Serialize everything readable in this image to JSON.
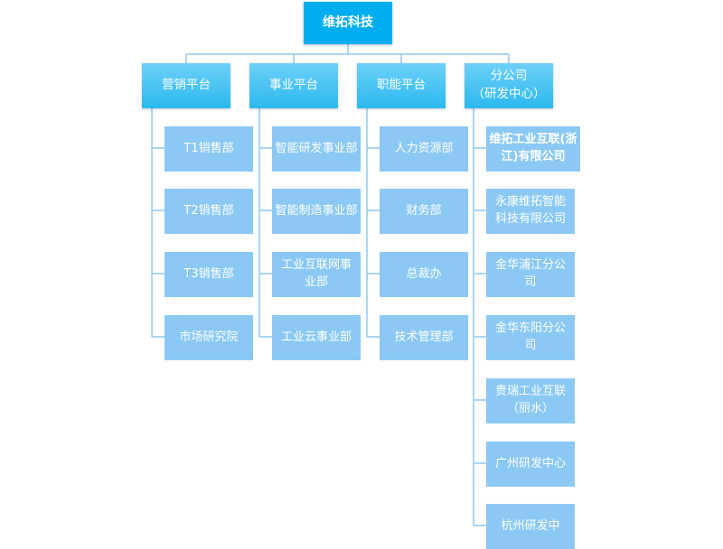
{
  "org_chart": {
    "root": "维拓科技",
    "divisions": [
      {
        "label": "营销平台",
        "children": [
          "T1销售部",
          "T2销售部",
          "T3销售部",
          "市场研究院"
        ]
      },
      {
        "label": "事业平台",
        "children": [
          "智能研发事业部",
          "智能制造事业部",
          "工业互联网事业部",
          "工业云事业部"
        ]
      },
      {
        "label": "职能平台",
        "children": [
          "人力资源部",
          "财务部",
          "总裁办",
          "技术管理部"
        ]
      },
      {
        "label_line1": "分公司",
        "label_line2": "（研发中心）",
        "children": [
          {
            "line1": "维拓工业互联(浙",
            "line2": "江)有限公司"
          },
          {
            "line1": "永康维拓智能",
            "line2": "科技有限公司"
          },
          {
            "line1": "金华浦江分公",
            "line2": "司"
          },
          {
            "line1": "金华东阳分公",
            "line2": "司"
          },
          {
            "line1": "贵瑞工业互联",
            "line2": "（丽水）"
          },
          "广州研发中心",
          "杭州研发中"
        ]
      }
    ]
  },
  "colors": {
    "root": "#00aeef",
    "division": "#29b9ee",
    "leaf": "#8bc8f4",
    "connector": "#8fc9ee"
  }
}
